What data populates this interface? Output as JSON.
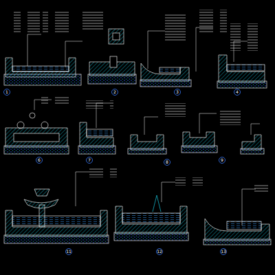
{
  "diagram": {
    "labels": [
      "1",
      "2",
      "3",
      "4",
      "6",
      "7",
      "8",
      "9",
      "11",
      "12",
      "13"
    ]
  }
}
